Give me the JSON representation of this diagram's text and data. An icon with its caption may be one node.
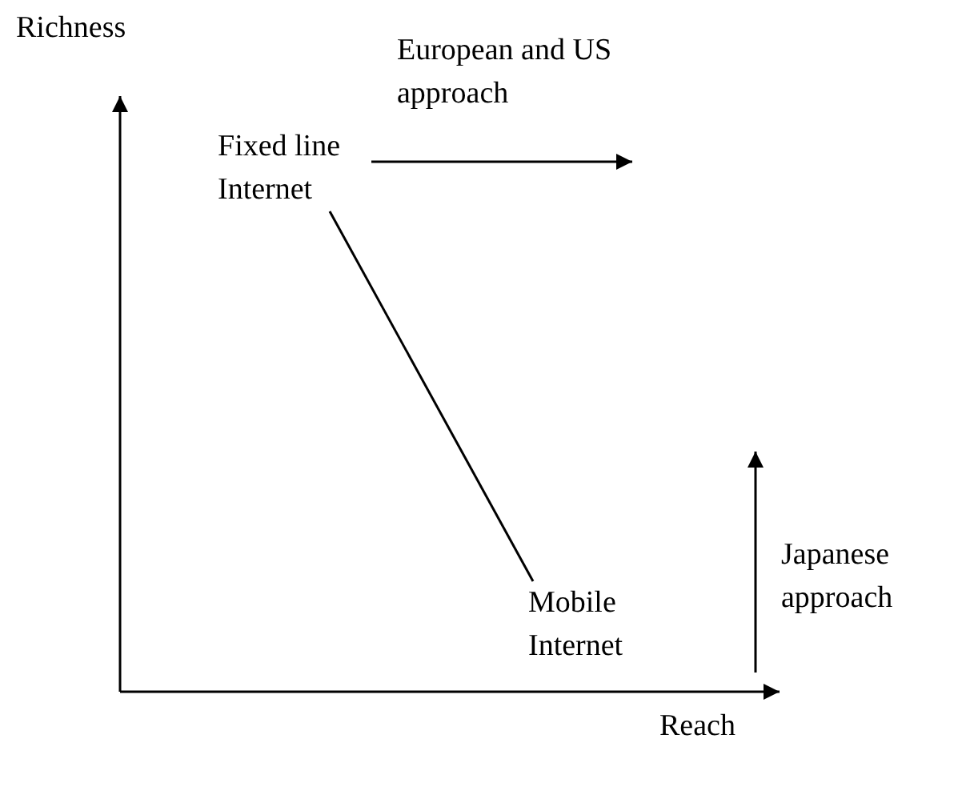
{
  "diagram": {
    "nodes": [
      {
        "text": [
          "Fixed line Internet"
        ]
      },
      {
        "text": [
          "Mobile Internet"
        ]
      }
    ],
    "edges": [
      {
        "from": 0,
        "to": 1,
        "arrow": "none"
      },
      {
        "from": 0,
        "to": null,
        "arrow": "to",
        "label": "European and US approach"
      }
    ],
    "labels": [
      "Richness",
      "Japanese approach",
      "Reach"
    ]
  }
}
